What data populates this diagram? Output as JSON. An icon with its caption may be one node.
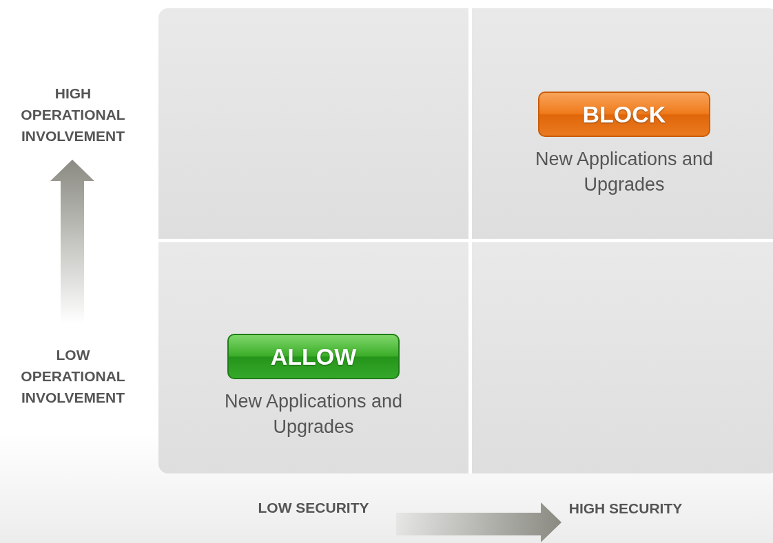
{
  "diagram": {
    "nodes": [
      {
        "text": [
          "BLOCK"
        ],
        "beside": [
          "New Applications and Upgrades"
        ]
      },
      {
        "text": [
          "ALLOW"
        ],
        "beside": [
          "New Applications and Upgrades"
        ]
      }
    ],
    "labels": [
      "HIGH OPERATIONAL INVOLVEMENT",
      "LOW OPERATIONAL INVOLVEMENT",
      "LOW SECURITY",
      "HIGH SECURITY"
    ]
  }
}
